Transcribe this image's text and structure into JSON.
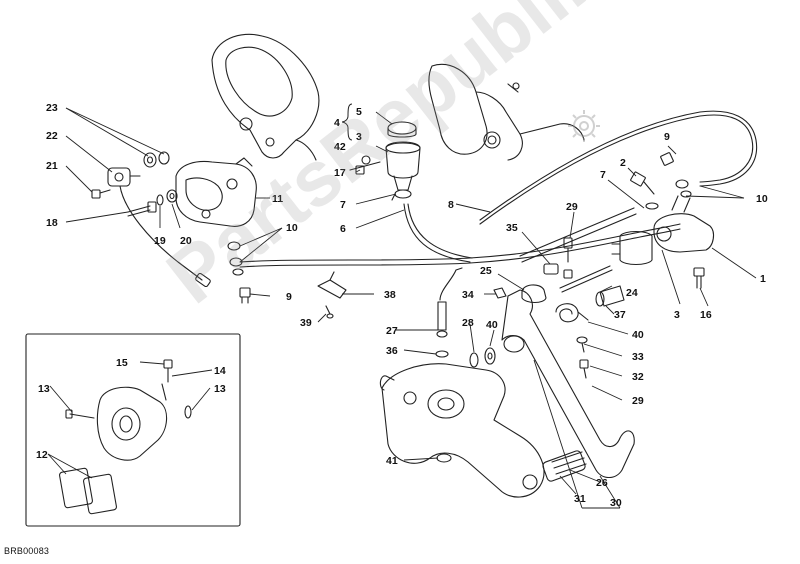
{
  "diagram": {
    "code": "BRB00083",
    "watermark": "PartsRepublik",
    "callouts": [
      {
        "id": "c23",
        "text": "23"
      },
      {
        "id": "c22",
        "text": "22"
      },
      {
        "id": "c21",
        "text": "21"
      },
      {
        "id": "c18",
        "text": "18"
      },
      {
        "id": "c19",
        "text": "19"
      },
      {
        "id": "c20",
        "text": "20"
      },
      {
        "id": "c11",
        "text": "11"
      },
      {
        "id": "c10a",
        "text": "10"
      },
      {
        "id": "c9a",
        "text": "9"
      },
      {
        "id": "c5",
        "text": "5"
      },
      {
        "id": "c4",
        "text": "4"
      },
      {
        "id": "c3a",
        "text": "3"
      },
      {
        "id": "c42",
        "text": "42"
      },
      {
        "id": "c17",
        "text": "17"
      },
      {
        "id": "c7a",
        "text": "7"
      },
      {
        "id": "c6",
        "text": "6"
      },
      {
        "id": "c8",
        "text": "8"
      },
      {
        "id": "c38",
        "text": "38"
      },
      {
        "id": "c39",
        "text": "39"
      },
      {
        "id": "c9b",
        "text": "9"
      },
      {
        "id": "c2",
        "text": "2"
      },
      {
        "id": "c7b",
        "text": "7"
      },
      {
        "id": "c10b",
        "text": "10"
      },
      {
        "id": "c29a",
        "text": "29"
      },
      {
        "id": "c35",
        "text": "35"
      },
      {
        "id": "c1",
        "text": "1"
      },
      {
        "id": "c25",
        "text": "25"
      },
      {
        "id": "c24",
        "text": "24"
      },
      {
        "id": "c3b",
        "text": "3"
      },
      {
        "id": "c16",
        "text": "16"
      },
      {
        "id": "c34",
        "text": "34"
      },
      {
        "id": "c28",
        "text": "28"
      },
      {
        "id": "c37",
        "text": "37"
      },
      {
        "id": "c40a",
        "text": "40"
      },
      {
        "id": "c40b",
        "text": "40"
      },
      {
        "id": "c27",
        "text": "27"
      },
      {
        "id": "c33",
        "text": "33"
      },
      {
        "id": "c36",
        "text": "36"
      },
      {
        "id": "c32",
        "text": "32"
      },
      {
        "id": "c29b",
        "text": "29"
      },
      {
        "id": "c15",
        "text": "15"
      },
      {
        "id": "c14",
        "text": "14"
      },
      {
        "id": "c13a",
        "text": "13"
      },
      {
        "id": "c13b",
        "text": "13"
      },
      {
        "id": "c12",
        "text": "12"
      },
      {
        "id": "c41",
        "text": "41"
      },
      {
        "id": "c26",
        "text": "26"
      },
      {
        "id": "c31",
        "text": "31"
      },
      {
        "id": "c30",
        "text": "30"
      }
    ]
  }
}
